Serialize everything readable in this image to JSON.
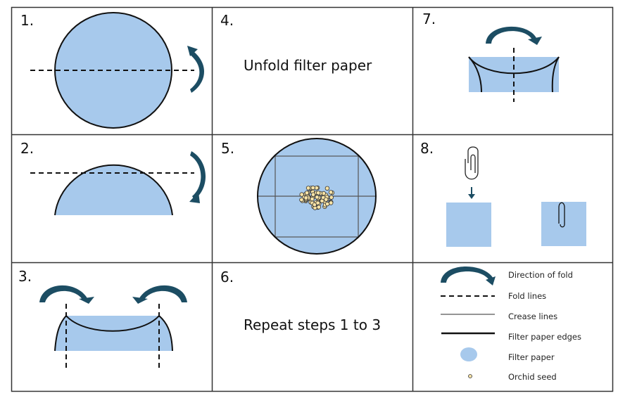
{
  "figure": {
    "title": "Filter paper folding steps for orchid seed packets",
    "colors": {
      "filter_paper": "#a7c9ec",
      "arrow": "#1c4d63",
      "seed": "#f8e3a6",
      "edge": "#111111",
      "grid": "#333333"
    }
  },
  "steps": [
    {
      "number": "1.",
      "description": "Fold circle in half along fold line"
    },
    {
      "number": "2.",
      "description": "Fold top down along fold line"
    },
    {
      "number": "3.",
      "description": "Fold both sides inward"
    },
    {
      "number": "4.",
      "text": "Unfold filter paper"
    },
    {
      "number": "5.",
      "description": "Place orchid seeds in centre of creased filter paper"
    },
    {
      "number": "6.",
      "text": "Repeat steps 1 to 3"
    },
    {
      "number": "7.",
      "description": "Fold packet in half"
    },
    {
      "number": "8.",
      "description": "Secure packet with paper clip"
    }
  ],
  "legend": {
    "items": [
      {
        "symbol": "curved-arrow",
        "label": "Direction of fold"
      },
      {
        "symbol": "dashed-line",
        "label": "Fold lines"
      },
      {
        "symbol": "thin-line",
        "label": "Crease lines"
      },
      {
        "symbol": "thick-line",
        "label": "Filter paper edges"
      },
      {
        "symbol": "blue-ellipse",
        "label": "Filter paper"
      },
      {
        "symbol": "small-circle",
        "label": "Orchid seed"
      }
    ]
  }
}
